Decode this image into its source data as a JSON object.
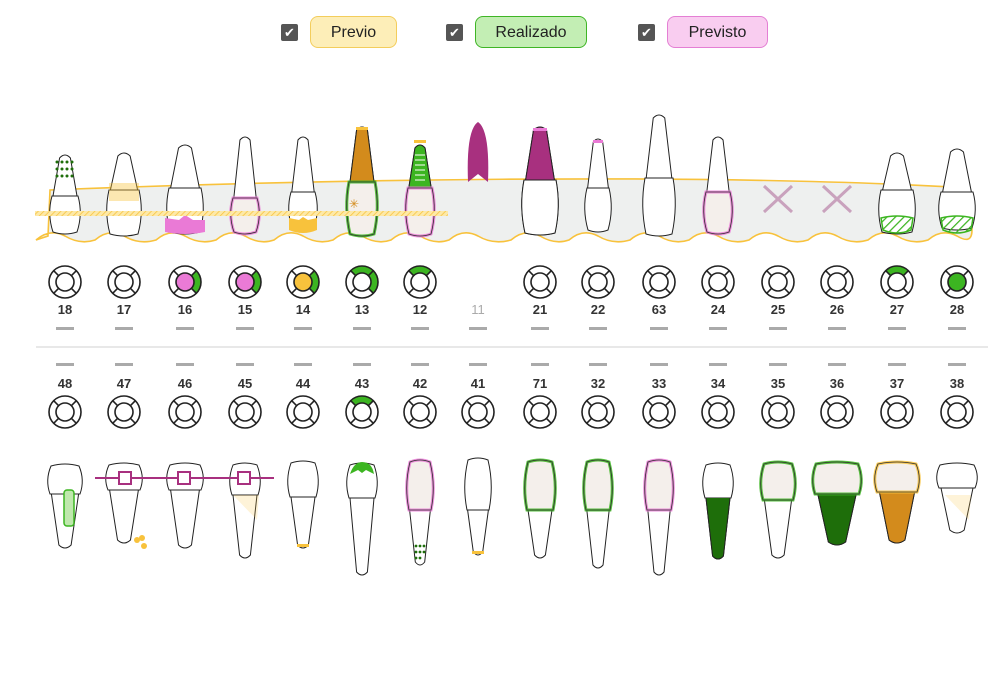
{
  "legend": [
    {
      "label": "Previo",
      "checked": true,
      "bg": "#fdeeb8",
      "border": "#f3cd5c"
    },
    {
      "label": "Realizado",
      "checked": true,
      "bg": "#c3eeb4",
      "border": "#3fb526"
    },
    {
      "label": "Previsto",
      "checked": true,
      "bg": "#f9cdf0",
      "border": "#e47fd4"
    }
  ],
  "colors": {
    "previo": "#f8c23c",
    "realizado": "#3cb521",
    "previsto": "#ea7ad6",
    "dark_green": "#1e6e0a",
    "orange": "#d38b1c",
    "purple": "#a8307f",
    "gum": "#eef0ef",
    "missing_label": "#aaaaaa"
  },
  "upper": [
    {
      "n": "18",
      "s": {}
    },
    {
      "n": "17",
      "s": {}
    },
    {
      "n": "16",
      "s": {
        "center": "previsto",
        "right": "realizado"
      }
    },
    {
      "n": "15",
      "s": {
        "center": "previsto",
        "right": "realizado"
      }
    },
    {
      "n": "14",
      "s": {
        "center": "previo",
        "right": "realizado"
      }
    },
    {
      "n": "13",
      "s": {
        "top": "realizado",
        "right": "realizado"
      }
    },
    {
      "n": "12",
      "s": {
        "top": "realizado"
      }
    },
    {
      "n": "11",
      "s": null,
      "missing": true
    },
    {
      "n": "21",
      "s": {}
    },
    {
      "n": "22",
      "s": {}
    },
    {
      "n": "63",
      "s": {}
    },
    {
      "n": "24",
      "s": {}
    },
    {
      "n": "25",
      "s": {}
    },
    {
      "n": "26",
      "s": {}
    },
    {
      "n": "27",
      "s": {
        "top": "realizado"
      }
    },
    {
      "n": "28",
      "s": {
        "center": "realizado"
      }
    }
  ],
  "lower": [
    {
      "n": "48",
      "s": {}
    },
    {
      "n": "47",
      "s": {}
    },
    {
      "n": "46",
      "s": {}
    },
    {
      "n": "45",
      "s": {}
    },
    {
      "n": "44",
      "s": {}
    },
    {
      "n": "43",
      "s": {
        "top": "realizado"
      }
    },
    {
      "n": "42",
      "s": {}
    },
    {
      "n": "41",
      "s": {}
    },
    {
      "n": "71",
      "s": {}
    },
    {
      "n": "32",
      "s": {}
    },
    {
      "n": "33",
      "s": {}
    },
    {
      "n": "34",
      "s": {}
    },
    {
      "n": "35",
      "s": {}
    },
    {
      "n": "36",
      "s": {}
    },
    {
      "n": "37",
      "s": {}
    },
    {
      "n": "38",
      "s": {}
    }
  ]
}
